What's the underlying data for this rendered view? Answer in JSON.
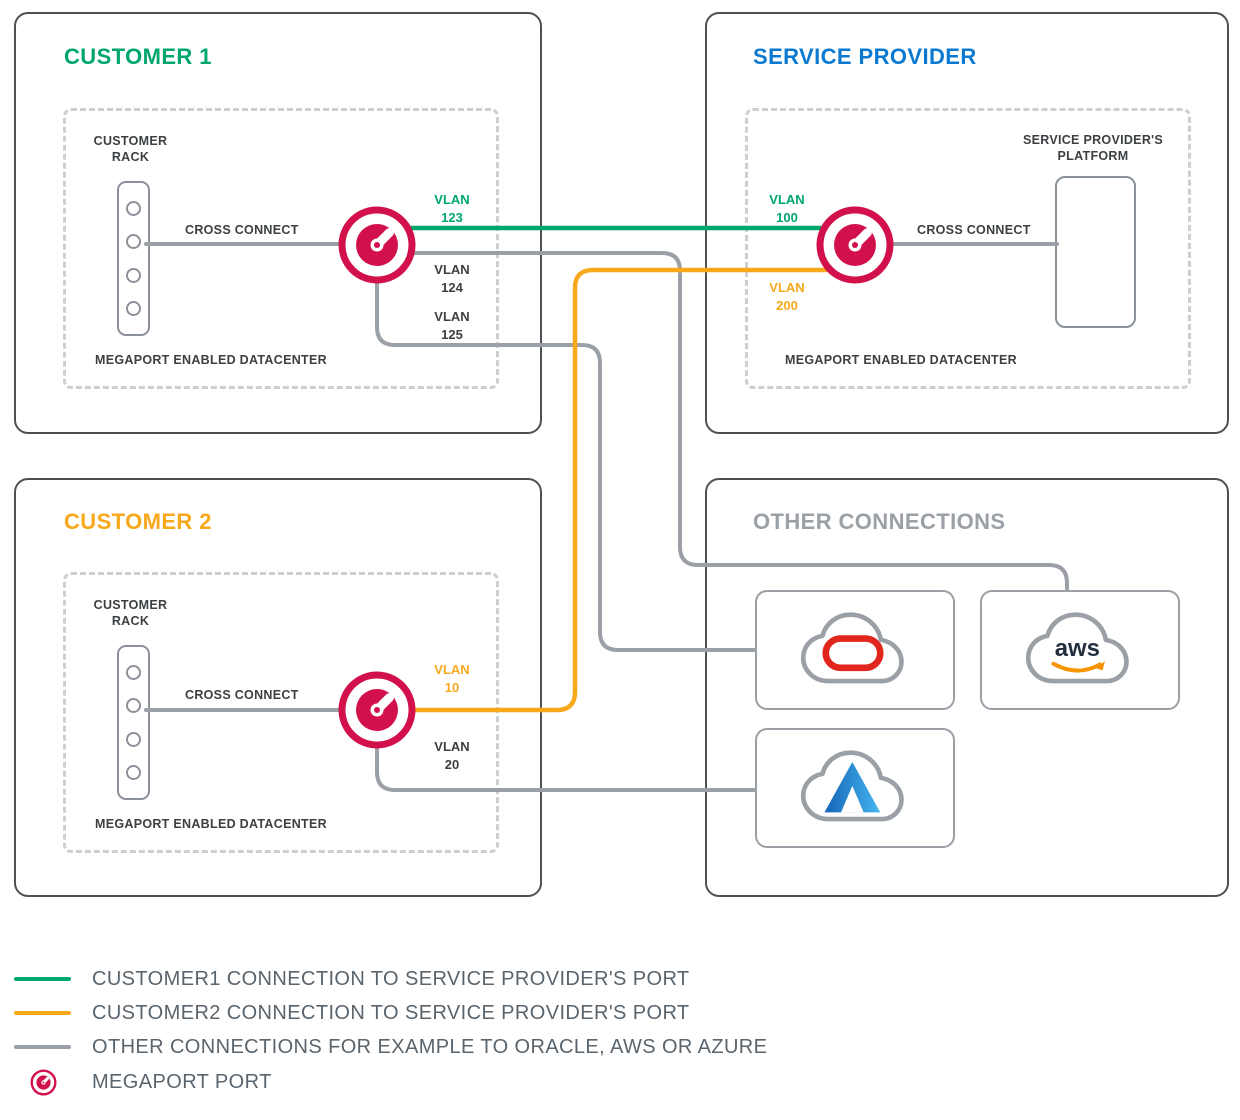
{
  "colors": {
    "green": "#00a76d",
    "orange": "#f7a81b",
    "blue": "#0b79d0",
    "gray": "#9aa0a6",
    "dark_text": "#3c4043",
    "legend_text": "#5a646d",
    "megaport_crimson": "#d2114c",
    "oracle_red": "#e1261d",
    "aws_smile_orange": "#f79400",
    "azure_blue": "#1565b8"
  },
  "customer1": {
    "title": "CUSTOMER 1",
    "rack": {
      "line1": "CUSTOMER",
      "line2": "RACK"
    },
    "cross_connect": "CROSS CONNECT",
    "vlan123": {
      "label": "VLAN",
      "value": "123"
    },
    "vlan124": {
      "label": "VLAN",
      "value": "124"
    },
    "vlan125": {
      "label": "VLAN",
      "value": "125"
    },
    "datacenter": "MEGAPORT ENABLED DATACENTER"
  },
  "service_provider": {
    "title": "SERVICE PROVIDER",
    "platform": {
      "line1": "SERVICE PROVIDER'S",
      "line2": "PLATFORM"
    },
    "cross_connect": "CROSS CONNECT",
    "vlan100": {
      "label": "VLAN",
      "value": "100"
    },
    "vlan200": {
      "label": "VLAN",
      "value": "200"
    },
    "datacenter": "MEGAPORT ENABLED DATACENTER"
  },
  "customer2": {
    "title": "CUSTOMER 2",
    "rack": {
      "line1": "CUSTOMER",
      "line2": "RACK"
    },
    "cross_connect": "CROSS CONNECT",
    "vlan10": {
      "label": "VLAN",
      "value": "10"
    },
    "vlan20": {
      "label": "VLAN",
      "value": "20"
    },
    "datacenter": "MEGAPORT ENABLED DATACENTER"
  },
  "other_connections": {
    "title": "OTHER CONNECTIONS",
    "aws_label": "aws",
    "provider_icons": [
      "oracle-cloud-icon",
      "aws-cloud-icon",
      "azure-cloud-icon"
    ]
  },
  "legend": {
    "items": [
      {
        "swatch": "green",
        "text": "CUSTOMER1 CONNECTION TO SERVICE PROVIDER'S PORT"
      },
      {
        "swatch": "orange",
        "text": "CUSTOMER2 CONNECTION TO SERVICE PROVIDER'S PORT"
      },
      {
        "swatch": "gray",
        "text": "OTHER CONNECTIONS FOR EXAMPLE TO ORACLE, AWS OR AZURE"
      }
    ],
    "port_item": {
      "icon": "megaport-port-icon",
      "text": "MEGAPORT PORT"
    }
  }
}
